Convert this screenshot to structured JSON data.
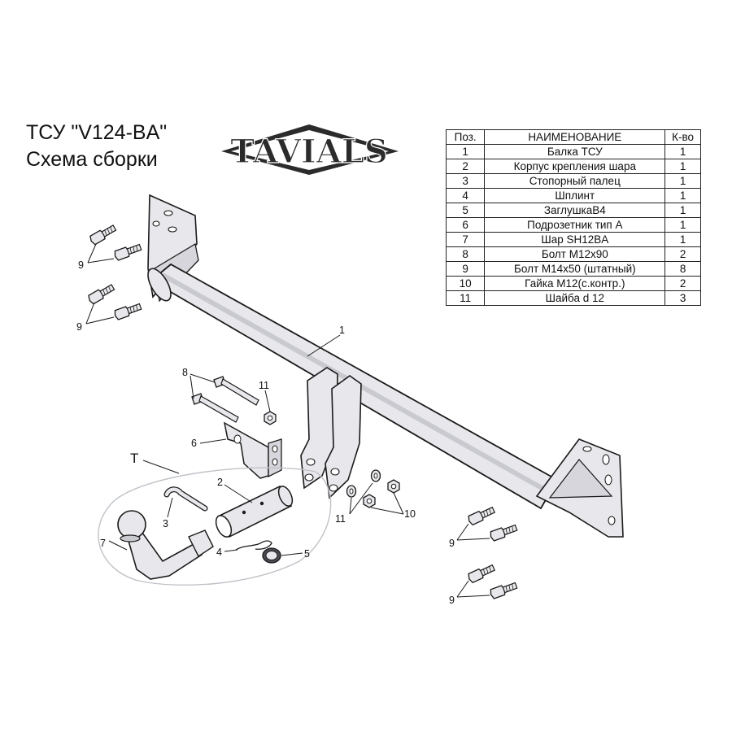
{
  "title": {
    "line1": "ТСУ  \"V124-BA\"",
    "line2": "Схема сборки"
  },
  "brand": {
    "logo_text": "TAVIALS",
    "color": "#2b2b2b"
  },
  "parts_table": {
    "headers": [
      "Поз.",
      "НАИМЕНОВАНИЕ",
      "К-во"
    ],
    "rows": [
      {
        "pos": "1",
        "name": "Балка ТСУ",
        "qty": "1"
      },
      {
        "pos": "2",
        "name": "Корпус крепления шара",
        "qty": "1"
      },
      {
        "pos": "3",
        "name": "Стопорный палец",
        "qty": "1"
      },
      {
        "pos": "4",
        "name": "Шплинт",
        "qty": "1"
      },
      {
        "pos": "5",
        "name": "ЗаглушкаВ4",
        "qty": "1"
      },
      {
        "pos": "6",
        "name": "Подрозетник тип А",
        "qty": "1"
      },
      {
        "pos": "7",
        "name": "Шар SH12BA",
        "qty": "1"
      },
      {
        "pos": "8",
        "name": "Болт М12х90",
        "qty": "2"
      },
      {
        "pos": "9",
        "name": "Болт М14х50 (штатный)",
        "qty": "8"
      },
      {
        "pos": "10",
        "name": "Гайка М12(с.контр.)",
        "qty": "2"
      },
      {
        "pos": "11",
        "name": "Шайба d 12",
        "qty": "3"
      }
    ]
  },
  "callouts": {
    "c1": "1",
    "c2": "2",
    "c3": "3",
    "c4": "4",
    "c5": "5",
    "c6": "6",
    "c7": "7",
    "c8": "8",
    "c9": "9",
    "c10": "10",
    "c11": "11",
    "group_t": "T"
  },
  "colors": {
    "part_fill": "#e8e8ec",
    "part_shade": "#c9c9d0",
    "outline": "#1a1a1a",
    "group_outline": "#bfc3c8"
  },
  "icons": {
    "logo": "tavials-logo-icon",
    "bolt": "bolt-icon",
    "nut": "nut-icon",
    "washer": "washer-icon",
    "ball": "towball-icon",
    "cotter": "cotter-pin-icon",
    "plug": "plug-icon"
  }
}
